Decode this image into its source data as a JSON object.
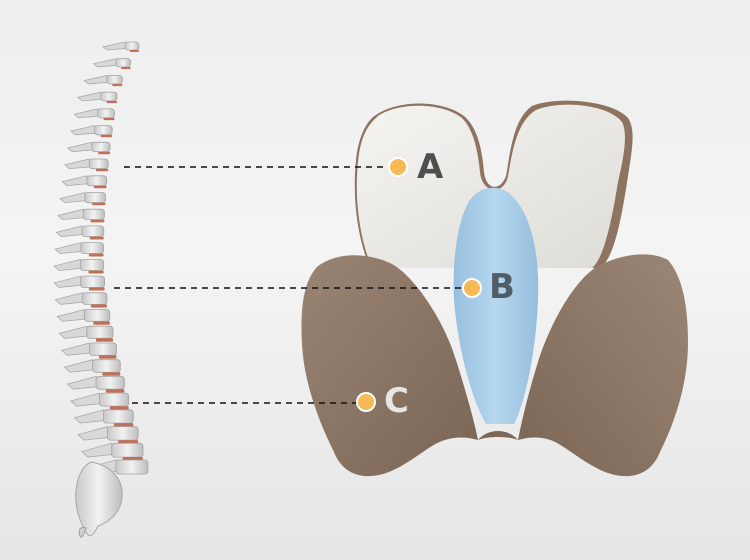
{
  "labels": [
    {
      "id": "a",
      "text": "A",
      "color": "#4f4f4f"
    },
    {
      "id": "b",
      "text": "B",
      "color": "#505d66"
    },
    {
      "id": "c",
      "text": "C",
      "color": "#e6e6e6"
    }
  ],
  "colors": {
    "background": "#eeeeee",
    "pillow_top": "#ededea",
    "pillow_top_edge": "#8d7360",
    "pillow_center": "#a8cde8",
    "pillow_side": "#8b7566",
    "marker_dot": "#f6b955",
    "bone": "#e4e4e4",
    "disc": "#c0705a",
    "leader_line": "#111111"
  }
}
